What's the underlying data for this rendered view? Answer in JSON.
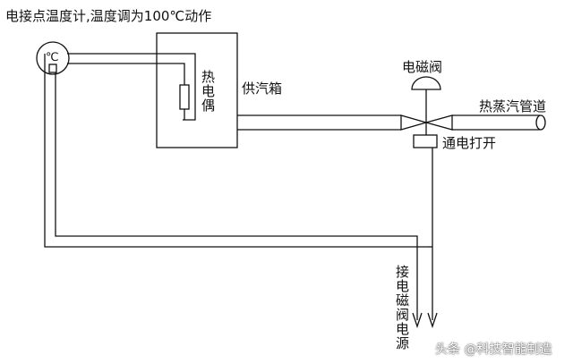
{
  "labels": {
    "caption": "电接点温度计,温度调为100℃动作",
    "gauge_symbol": "℃",
    "thermocouple": "热电偶",
    "steam_box": "供汽箱",
    "solenoid_valve": "电磁阀",
    "steam_pipe": "热蒸汽管道",
    "power_open": "通电打开",
    "power_connect": "接电磁阀电源"
  },
  "watermark": "头条 @科技智能制造",
  "colors": {
    "line": "#111111",
    "background": "#ffffff"
  }
}
